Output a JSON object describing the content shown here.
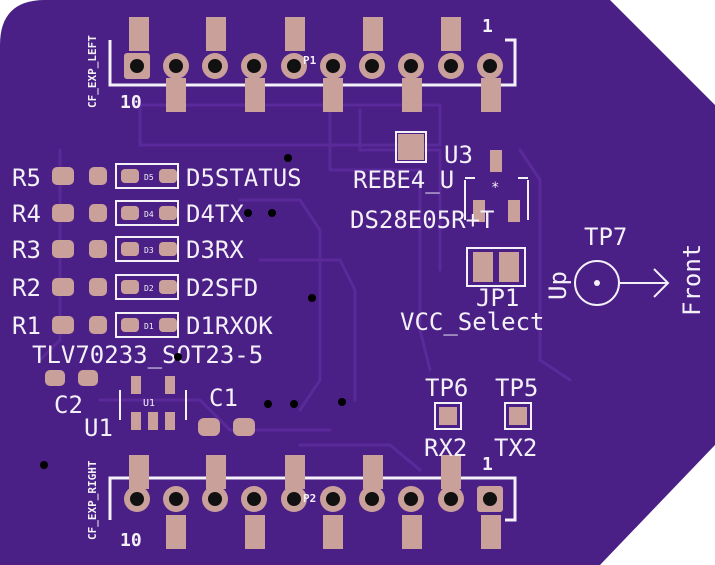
{
  "connectors": {
    "top": {
      "name": "CF_EXP_LEFT",
      "ref": "P1",
      "pin_first": "1",
      "pin_last": "10"
    },
    "bottom": {
      "name": "CF_EXP_RIGHT",
      "ref": "P2",
      "pin_first": "1",
      "pin_last": "10"
    }
  },
  "resistors": [
    {
      "ref": "R5"
    },
    {
      "ref": "R4"
    },
    {
      "ref": "R3"
    },
    {
      "ref": "R2"
    },
    {
      "ref": "R1"
    }
  ],
  "leds": [
    {
      "ref": "D5",
      "label": "D5STATUS"
    },
    {
      "ref": "D4",
      "label": "D4TX"
    },
    {
      "ref": "D3",
      "label": "D3RX"
    },
    {
      "ref": "D2",
      "label": "D2SFD"
    },
    {
      "ref": "D1",
      "label": "D1RXOK"
    }
  ],
  "regulator": {
    "value": "TLV70233_SOT23-5",
    "ref": "U1",
    "ref_small": "U1"
  },
  "caps": {
    "c1": "C1",
    "c2": "C2"
  },
  "eeprom": {
    "ref": "U3",
    "overlap_text": "REBE4_U",
    "value": "DS28E05R+T",
    "star": "*"
  },
  "jumper": {
    "ref": "JP1",
    "value": "VCC_Select"
  },
  "testpoints": {
    "tp7": "TP7",
    "tp6": {
      "ref": "TP6",
      "signal": "RX2"
    },
    "tp5": {
      "ref": "TP5",
      "signal": "TX2"
    }
  },
  "orientation": {
    "up": "Up",
    "front": "Front"
  },
  "colors": {
    "board": "#4a1f86",
    "copper": "#5a2a9a",
    "pad": "#c9a19a",
    "silk": "#f4f0f8"
  }
}
